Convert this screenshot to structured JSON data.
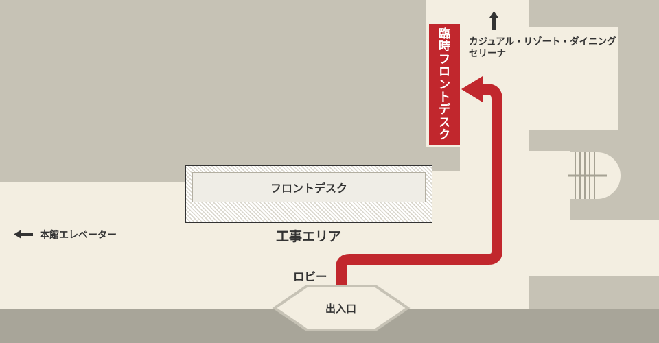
{
  "colors": {
    "wall": "#c6c2b5",
    "floor": "#f3eee1",
    "road": "#a8a599",
    "accent_red": "#c1272d",
    "text": "#333333"
  },
  "labels": {
    "front_desk": "フロントデスク",
    "construction_area": "工事エリア",
    "temporary_front_desk": "臨時フロントデスク",
    "restaurant_line1": "カジュアル・リゾート・ダイニング",
    "restaurant_line2": "セリーナ",
    "main_elevator": "本館エレベーター",
    "lobby": "ロビー",
    "entrance": "出入口"
  },
  "icons": {
    "up_arrow": "arrow-up-icon",
    "left_arrow": "arrow-left-icon",
    "route": "route-arrow-icon"
  }
}
